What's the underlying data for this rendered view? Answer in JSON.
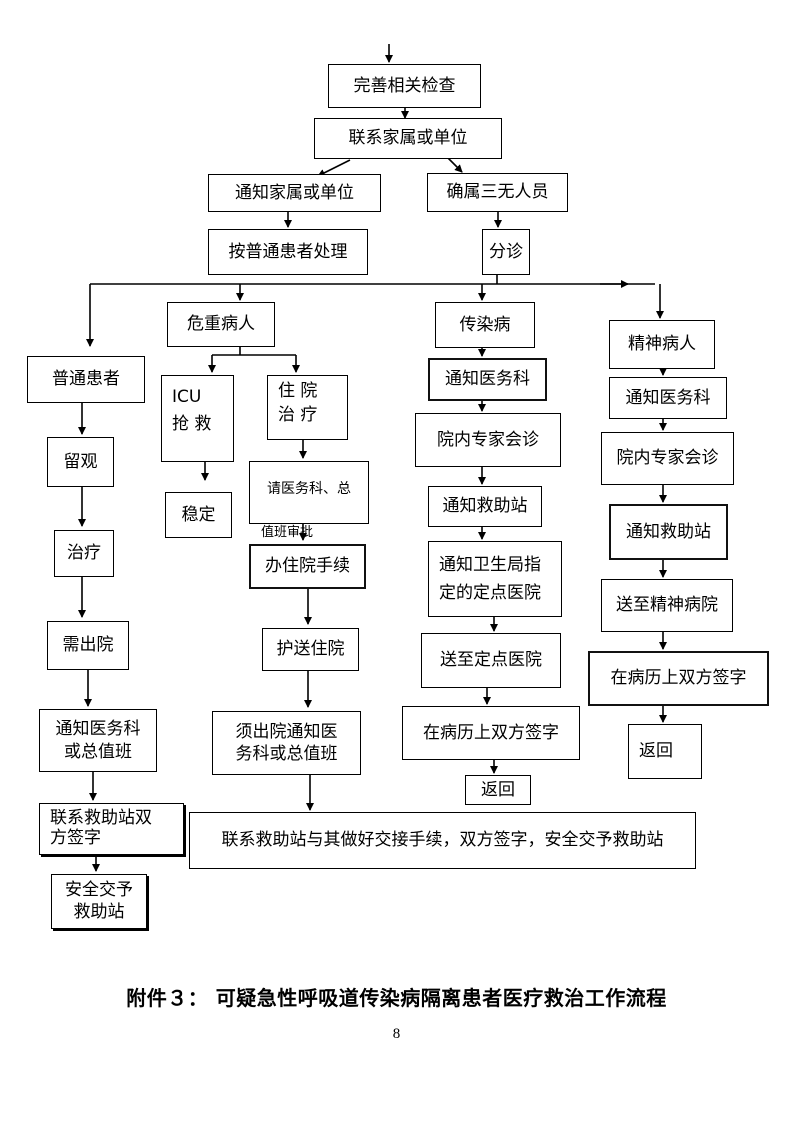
{
  "nodes": {
    "improve_exam": "完善相关检查",
    "contact_family": "联系家属或单位",
    "notify_family": "通知家属或单位",
    "three_none": "确属三无人员",
    "normal_handling": "按普通患者处理",
    "triage": "分诊",
    "critical": "危重病人",
    "infectious": "传染病",
    "mental": "精神病人",
    "normal_patient": "普通患者",
    "icu": "ICU\n抢 救",
    "hospitalize": "住 院\n治 疗",
    "stable": "稳定",
    "request_approval_line1": "请医务科、总",
    "request_approval_line2": "值班审批",
    "admission": "办住院手续",
    "escort": "护送住院",
    "must_discharge_notify": "须出院通知医\n务科或总值班",
    "observe": "留观",
    "treat": "治疗",
    "need_discharge": "需出院",
    "notify_medical_or_duty": "通知医务科\n或总值班",
    "contact_rescue_sign": "联系救助站双\n方签字",
    "safe_handover": "安全交予\n救助站",
    "inf_notify_medical": "通知医务科",
    "inf_consult": "院内专家会诊",
    "inf_notify_rescue": "通知救助站",
    "inf_notify_bureau": "通知卫生局指\n定的定点医院",
    "inf_send": "送至定点医院",
    "inf_sign": "在病历上双方签字",
    "inf_return": "返回",
    "men_notify_medical": "通知医务科",
    "men_consult": "院内专家会诊",
    "men_notify_rescue": "通知救助站",
    "men_send": "送至精神病院",
    "men_sign": "在病历上双方签字",
    "men_return": "返回",
    "final_handover": "联系救助站与其做好交接手续，双方签字，安全交予救助站"
  },
  "caption": "附件３：   可疑急性呼吸道传染病隔离患者医疗救治工作流程",
  "page_number": "8"
}
